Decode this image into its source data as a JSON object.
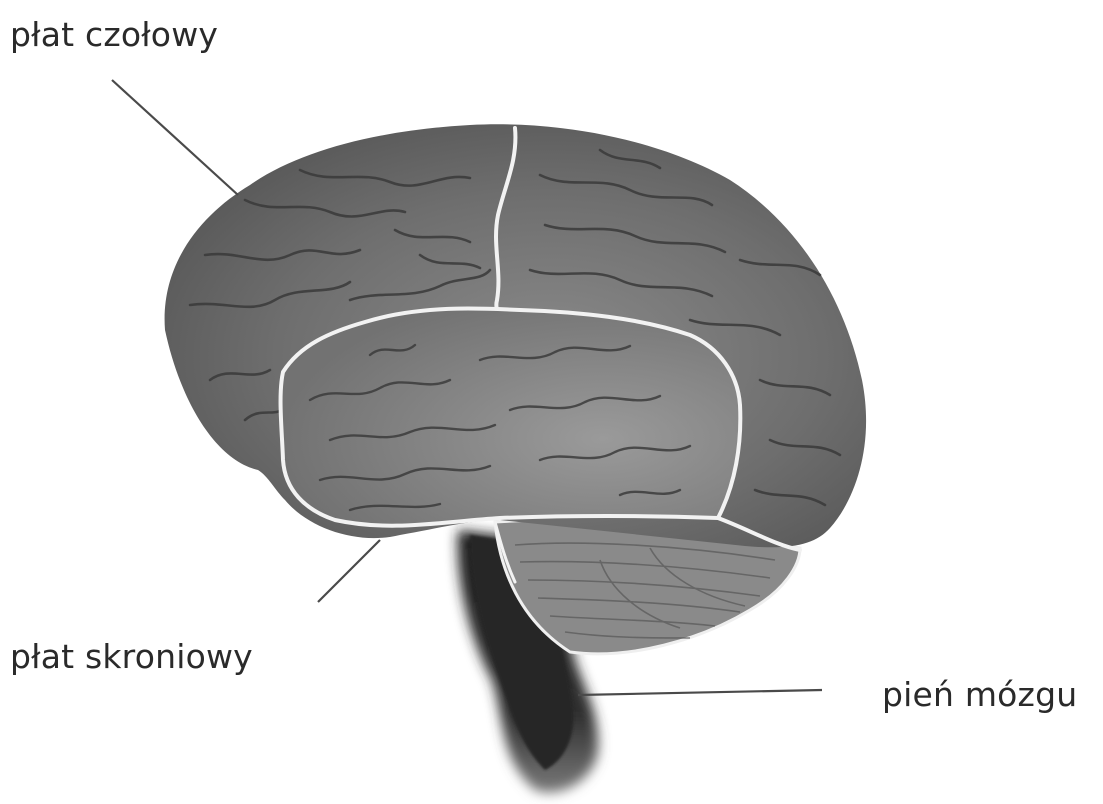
{
  "labels": {
    "frontal": "płat czołowy",
    "temporal": "płat skroniowy",
    "brainstem": "pień mózgu"
  },
  "colors": {
    "background": "#ffffff",
    "brain": "#6c6c6c",
    "temporal_lobe": "#7c7c7c",
    "cerebellum": "#8a8a8a",
    "stem": "#2f2f2f",
    "gyri_lines": "#3e3e3e",
    "division_lines": "#f2f2f2",
    "leader_lines": "#4a4a4a",
    "text": "#2a2a2a"
  }
}
